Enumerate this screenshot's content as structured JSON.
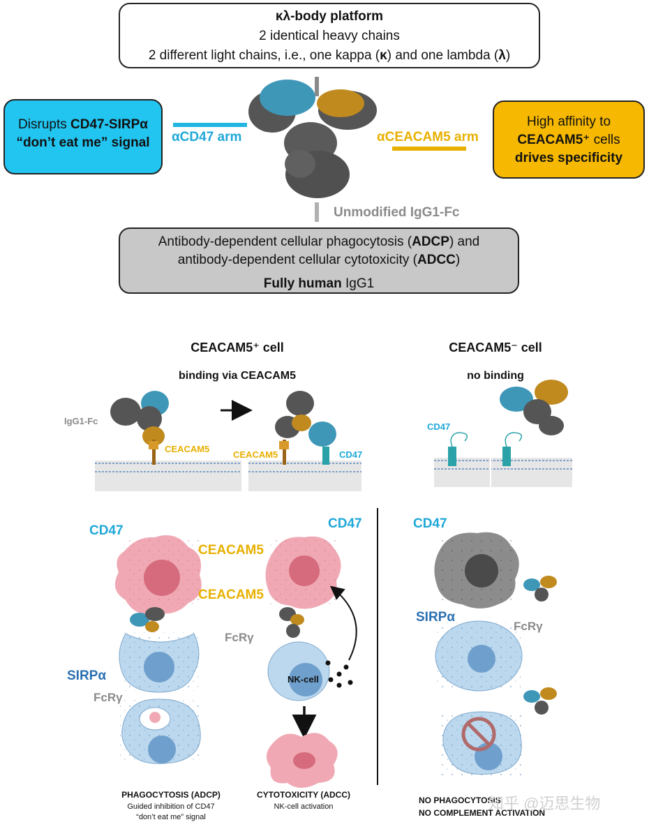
{
  "platform": {
    "title": "κλ-body platform",
    "line1": "2 identical heavy chains",
    "line2_pre": "2 different light chains, i.e., one kappa (",
    "kappa": "κ",
    "line2_mid": ") and one lambda (",
    "lambda": "λ",
    "line2_post": ")"
  },
  "left_box": {
    "pre": "Disrupts ",
    "bold1": "CD47-SIRPα",
    "bold2": "“don’t eat me” signal"
  },
  "right_box": {
    "line1": "High affinity to",
    "bold_cell": "CEACAM5⁺",
    "cells": " cells",
    "bold2": "drives specificity"
  },
  "arms": {
    "cd47": "αCD47 arm",
    "ceacam5": "αCEACAM5 arm",
    "fc": "Unmodified IgG1-Fc"
  },
  "fc_box": {
    "l1_pre": "Antibody-dependent cellular phagocytosis (",
    "l1_bold": "ADCP",
    "l1_post": ") and",
    "l2_pre": "antibody-dependent cellular cytotoxicity (",
    "l2_bold": "ADCC",
    "l2_post": ")",
    "l3_bold": "Fully human",
    "l3_post": " IgG1"
  },
  "lower": {
    "pos_heading": "CEACAM5⁺ cell",
    "pos_sub": "binding via CEACAM5",
    "neg_heading": "CEACAM5⁻ cell",
    "neg_sub": "no binding",
    "igg1fc": "IgG1-Fc",
    "ceacam5_small_1": "CEACAM5",
    "ceacam5_small_2": "CEACAM5",
    "cd47_small_1": "CD47",
    "cd47_small_2": "CD47",
    "cd47_big_1": "CD47",
    "cd47_big_2": "CD47",
    "cd47_big_3": "CD47",
    "ceacam5_big_1": "CEACAM5",
    "ceacam5_big_2": "CEACAM5",
    "fcr_1": "FcRγ",
    "fcr_2": "FcRγ",
    "fcr_3": "FcRγ",
    "sirpa_1": "SIRPα",
    "sirpa_2": "SIRPα",
    "nk_cell": "NK-cell",
    "adcp_title": "PHAGOCYTOSIS (ADCP)",
    "adcp_c1": "Guided inhibition of CD47",
    "adcp_c2": "“don’t eat me” signal",
    "adcc_title": "CYTOTOXICITY (ADCC)",
    "adcc_c1": "NK-cell activation",
    "no_phago": "NO PHAGOCYTOSIS",
    "no_comp": "NO COMPLEMENT ACTIVATION",
    "watermark": "知乎 @迈思生物"
  },
  "colors": {
    "cyan": "#22c4f0",
    "gold": "#f6b800",
    "grey_box": "#c8c8c8",
    "antibody_grey": "#555555",
    "antibody_blue": "#3f97b8",
    "antibody_gold": "#c08a1e",
    "tumor_pink": "#f0a9b4",
    "immune_blue": "#bcd8ee"
  }
}
